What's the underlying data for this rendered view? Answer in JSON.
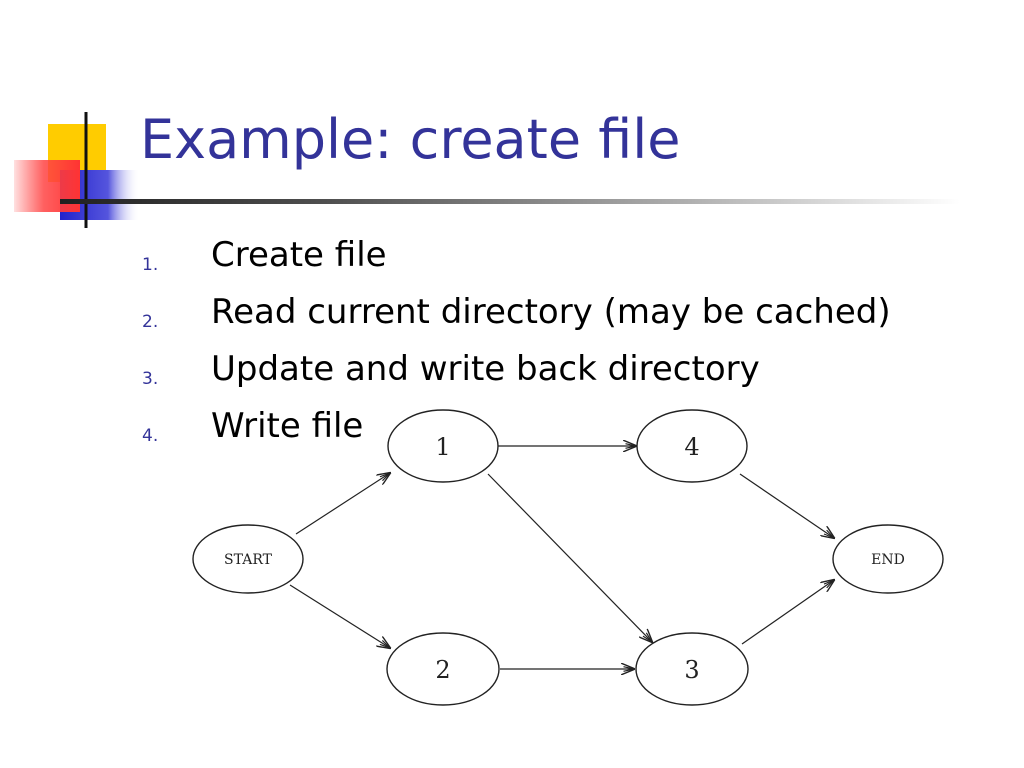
{
  "slide": {
    "title": "Example: create file",
    "steps": [
      {
        "number": "1.",
        "text": "Create file"
      },
      {
        "number": "2.",
        "text": "Read current directory (may be cached)"
      },
      {
        "number": "3.",
        "text": "Update and write back directory"
      },
      {
        "number": "4.",
        "text": "Write file"
      }
    ]
  },
  "diagram": {
    "nodes": {
      "start": "START",
      "n1": "1",
      "n2": "2",
      "n3": "3",
      "n4": "4",
      "end": "END"
    }
  },
  "colors": {
    "title": "#333399",
    "deco_yellow": "#ffcc00",
    "deco_blue": "#3333cc",
    "deco_red": "#ff3333"
  }
}
